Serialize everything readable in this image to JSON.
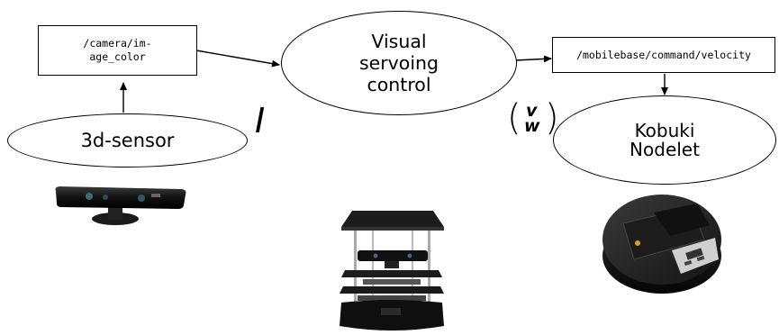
{
  "nodes": {
    "camera_topic": {
      "line1": "/camera/im-",
      "line2": "age_color"
    },
    "sensor": {
      "label": "3d-sensor"
    },
    "control": {
      "line1": "Visual",
      "line2": "servoing",
      "line3": "control"
    },
    "velocity_topic": {
      "label": "/mobilebase/command/velocity"
    },
    "kobuki": {
      "line1": "Kobuki",
      "line2": "Nodelet"
    }
  },
  "signals": {
    "image": "I",
    "velocity_v": "v",
    "velocity_w": "w"
  },
  "pictures": {
    "sensor_device": "kinect-sensor-image",
    "robot": "turtlebot-robot-image",
    "base": "kobuki-base-image"
  }
}
